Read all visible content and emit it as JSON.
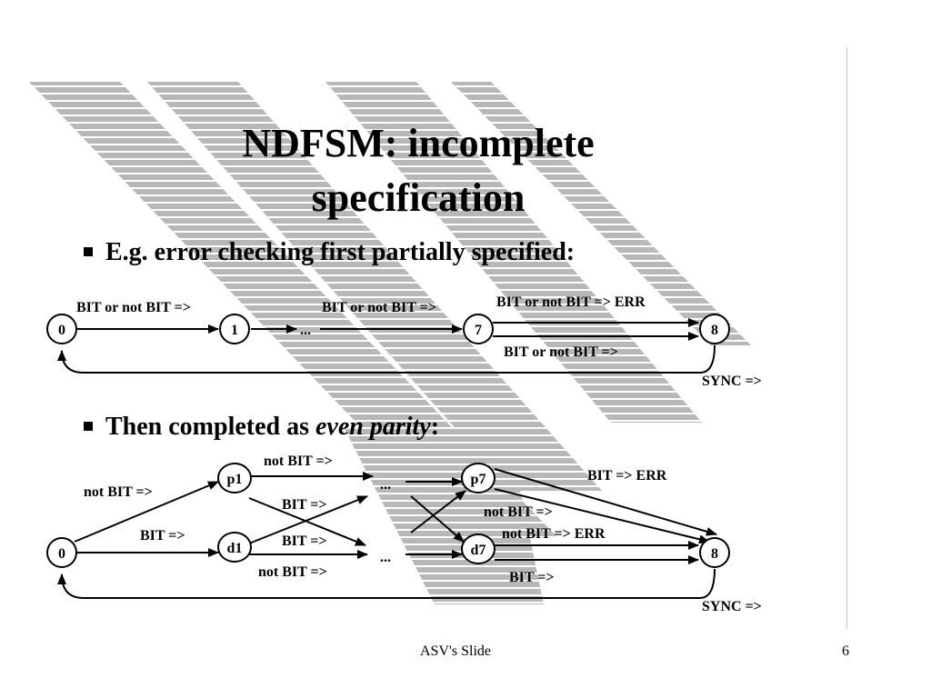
{
  "slide": {
    "title_line1": "NDFSM: incomplete",
    "title_line2": "specification",
    "bullet1": "E.g. error checking first partially specified:",
    "bullet2_prefix": "Then completed as ",
    "bullet2_emph": "even parity",
    "bullet2_suffix": ":",
    "footer": "ASV's Slide",
    "page_number": "6"
  },
  "diagram1": {
    "states": [
      "0",
      "1",
      "7",
      "8"
    ],
    "ellipsis": "...",
    "labels": {
      "e01": "BIT or not BIT =>",
      "e17": "BIT or not BIT =>",
      "e78_top": "BIT or not BIT => ERR",
      "e78_bottom": "BIT or not BIT =>",
      "sync": "SYNC =>"
    }
  },
  "diagram2": {
    "states": [
      "0",
      "p1",
      "d1",
      "p7",
      "d7",
      "8"
    ],
    "ellipsis": "...",
    "labels": {
      "e0p1": "not BIT =>",
      "e0d1": "BIT =>",
      "p1_top": "not BIT =>",
      "p1_cross": "BIT =>",
      "d1_cross": "BIT =>",
      "d1_bottom": "not BIT =>",
      "p7_err": "BIT => ERR",
      "p7_notbit": "not BIT =>",
      "d7_err": "not BIT => ERR",
      "d7_bit": "BIT =>",
      "sync": "SYNC =>"
    }
  },
  "colors": {
    "stripe": "#b8b8b8",
    "ink": "#000000",
    "divider": "#c8c8c8"
  }
}
